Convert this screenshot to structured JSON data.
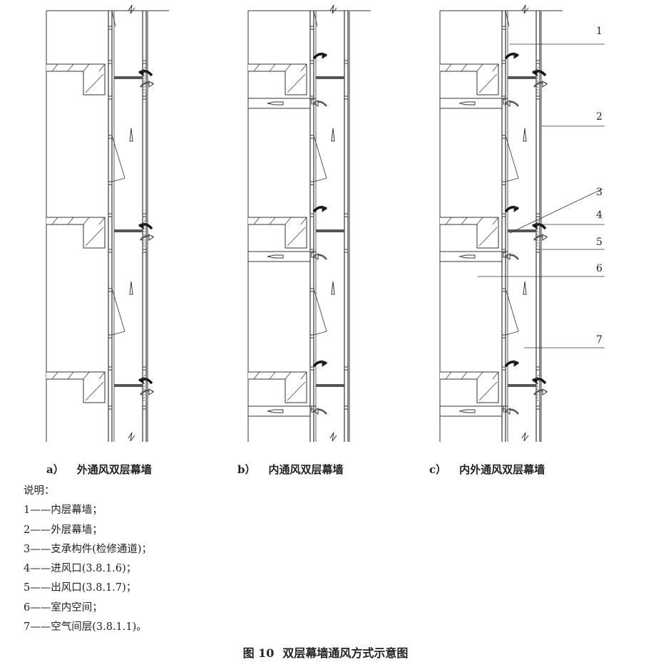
{
  "captions": [
    {
      "letter": "a）",
      "text": "外通风双层幕墙"
    },
    {
      "letter": "b）",
      "text": "内通风双层幕墙"
    },
    {
      "letter": "c）",
      "text": "内外通风双层幕墙"
    }
  ],
  "legend": {
    "title": "说明：",
    "items": [
      "1——内层幕墙；",
      "2——外层幕墙；",
      "3——支承构件(检修通道)；",
      "4——进风口(3.8.1.6)；",
      "5——出风口(3.8.1.7)；",
      "6——室内空间；",
      "7——空气间层(3.8.1.1)。"
    ]
  },
  "callouts": [
    "1",
    "2",
    "3",
    "4",
    "5",
    "6",
    "7"
  ],
  "figure": {
    "number": "图 10",
    "title": "双层幕墙通风方式示意图"
  }
}
